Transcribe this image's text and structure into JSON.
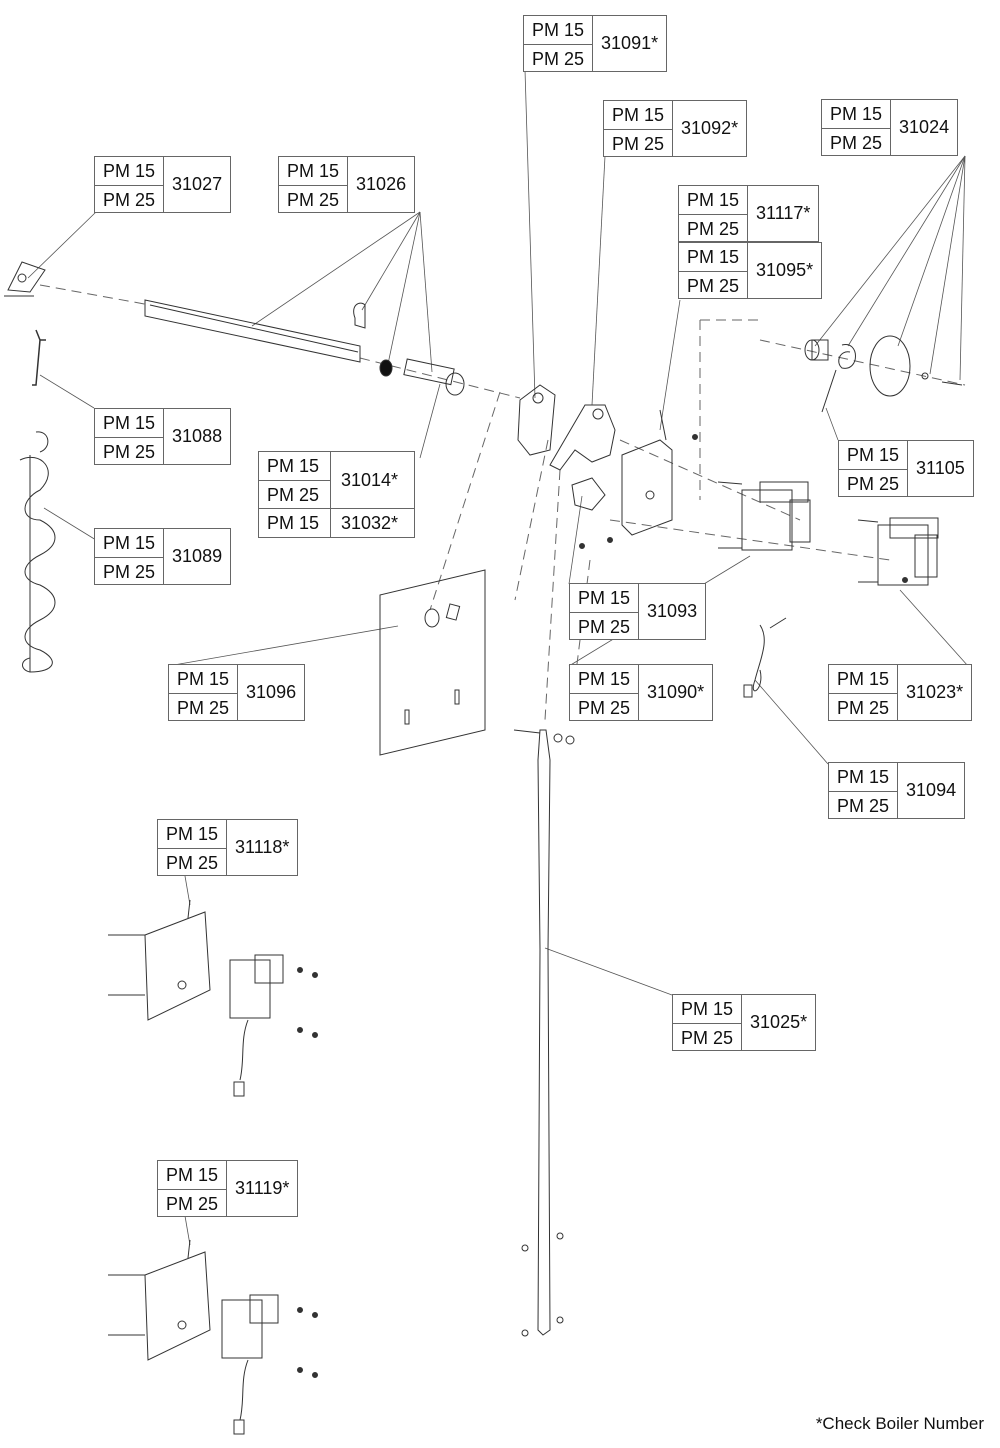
{
  "models": {
    "a": "PM 15",
    "b": "PM 25"
  },
  "parts": {
    "p31091": "31091*",
    "p31092": "31092*",
    "p31024": "31024",
    "p31027": "31027",
    "p31026": "31026",
    "p31117": "31117*",
    "p31095": "31095*",
    "p31088": "31088",
    "p31014": "31014*",
    "p31032": "31032*",
    "p31105": "31105",
    "p31089": "31089",
    "p31093": "31093",
    "p31090": "31090*",
    "p31023": "31023*",
    "p31096": "31096",
    "p31094": "31094",
    "p31118": "31118*",
    "p31025": "31025*",
    "p31119": "31119*"
  },
  "footnote": "*Check Boiler Number",
  "colors": {
    "line": "#333333",
    "border": "#666666"
  }
}
